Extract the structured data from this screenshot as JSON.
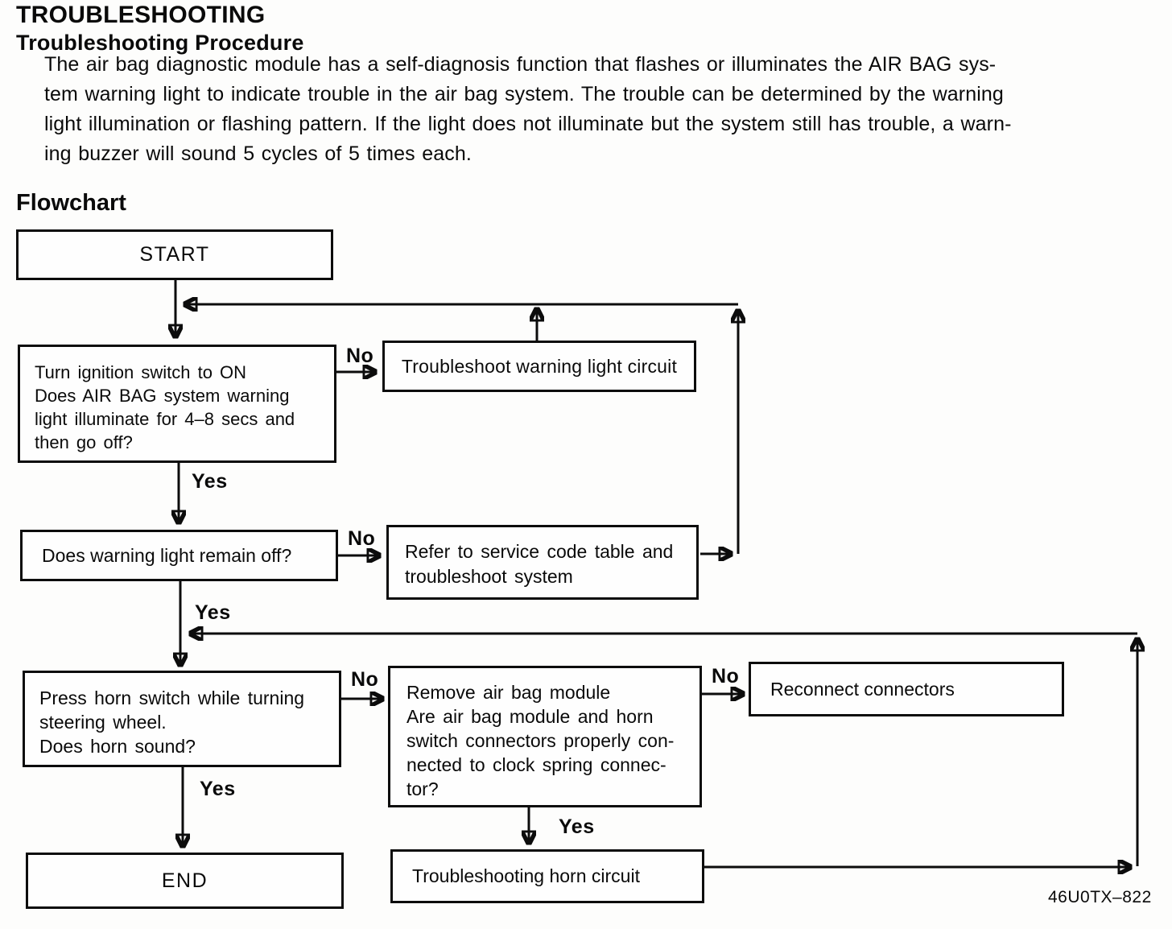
{
  "header": {
    "title": "TROUBLESHOOTING",
    "subtitle": "Troubleshooting Procedure",
    "intro": "The air bag diagnostic module has a self-diagnosis function that flashes or illuminates the AIR BAG sys-\ntem warning light to indicate trouble in the air bag system. The trouble can be determined by the warning\nlight illumination or flashing pattern. If the light does not illuminate but the system still has trouble, a warn-\ning buzzer will sound 5 cycles of 5 times each."
  },
  "flowchart": {
    "heading": "Flowchart",
    "nodes": {
      "start": "START",
      "ignition_check": "Turn ignition switch to ON\nDoes AIR BAG system warning\nlight illuminate for 4–8 secs and\nthen go off?",
      "troubleshoot_warning_light": "Troubleshoot warning light circuit",
      "warning_light_off_check": "Does warning light remain off?",
      "service_code_table": "Refer to service code table and\ntroubleshoot system",
      "horn_check": "Press horn switch while turning\nsteering wheel.\nDoes horn sound?",
      "module_connector_check": "Remove air bag module\nAre air bag module and horn\nswitch connectors properly con-\nnected to clock spring connec-\ntor?",
      "reconnect_connectors": "Reconnect connectors",
      "end": "END",
      "troubleshoot_horn": "Troubleshooting horn circuit"
    },
    "edges": [
      {
        "from": "start",
        "to": "ignition_check",
        "label": ""
      },
      {
        "from": "ignition_check",
        "to": "troubleshoot_warning_light",
        "label": "No"
      },
      {
        "from": "ignition_check",
        "to": "warning_light_off_check",
        "label": "Yes"
      },
      {
        "from": "warning_light_off_check",
        "to": "service_code_table",
        "label": "No"
      },
      {
        "from": "warning_light_off_check",
        "to": "horn_check",
        "label": "Yes"
      },
      {
        "from": "horn_check",
        "to": "module_connector_check",
        "label": "No"
      },
      {
        "from": "horn_check",
        "to": "end",
        "label": "Yes"
      },
      {
        "from": "module_connector_check",
        "to": "reconnect_connectors",
        "label": "No"
      },
      {
        "from": "module_connector_check",
        "to": "troubleshoot_horn",
        "label": "Yes"
      },
      {
        "from": "troubleshoot_warning_light",
        "to": "ignition_check",
        "label": ""
      },
      {
        "from": "service_code_table",
        "to": "ignition_check",
        "label": ""
      },
      {
        "from": "troubleshoot_horn",
        "to": "horn_check",
        "label": ""
      }
    ]
  },
  "footer": {
    "figure_code": "46U0TX–822"
  }
}
